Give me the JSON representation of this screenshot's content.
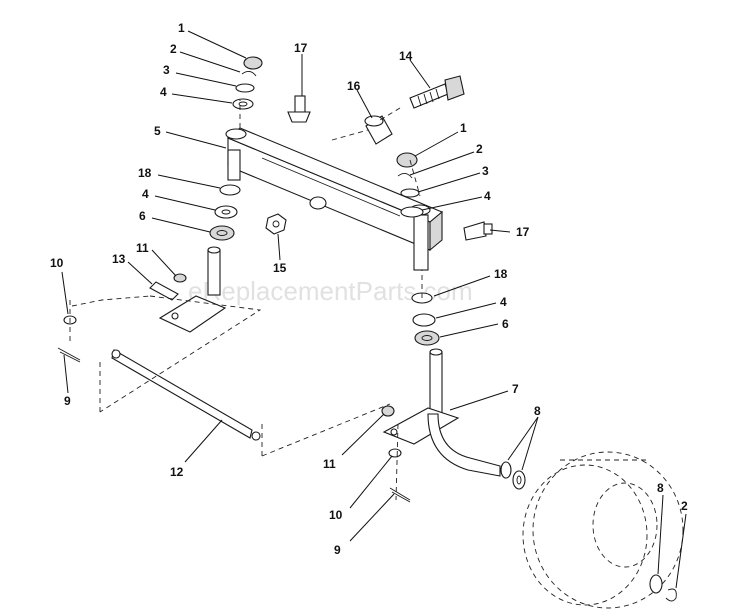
{
  "watermark": "eReplacementParts.com",
  "callouts": [
    {
      "id": "c1a",
      "text": "1"
    },
    {
      "id": "c2a",
      "text": "2"
    },
    {
      "id": "c3a",
      "text": "3"
    },
    {
      "id": "c4a",
      "text": "4"
    },
    {
      "id": "c5",
      "text": "5"
    },
    {
      "id": "c18a",
      "text": "18"
    },
    {
      "id": "c4b",
      "text": "4"
    },
    {
      "id": "c6a",
      "text": "6"
    },
    {
      "id": "c17a",
      "text": "17"
    },
    {
      "id": "c16",
      "text": "16"
    },
    {
      "id": "c14",
      "text": "14"
    },
    {
      "id": "c1b",
      "text": "1"
    },
    {
      "id": "c2b",
      "text": "2"
    },
    {
      "id": "c3b",
      "text": "3"
    },
    {
      "id": "c4c",
      "text": "4"
    },
    {
      "id": "c17b",
      "text": "17"
    },
    {
      "id": "c15",
      "text": "15"
    },
    {
      "id": "c11a",
      "text": "11"
    },
    {
      "id": "c13",
      "text": "13"
    },
    {
      "id": "c10a",
      "text": "10"
    },
    {
      "id": "c9a",
      "text": "9"
    },
    {
      "id": "c18b",
      "text": "18"
    },
    {
      "id": "c4d",
      "text": "4"
    },
    {
      "id": "c6b",
      "text": "6"
    },
    {
      "id": "c7",
      "text": "7"
    },
    {
      "id": "c8a",
      "text": "8"
    },
    {
      "id": "c12",
      "text": "12"
    },
    {
      "id": "c11b",
      "text": "11"
    },
    {
      "id": "c10b",
      "text": "10"
    },
    {
      "id": "c9b",
      "text": "9"
    },
    {
      "id": "c8b",
      "text": "8"
    },
    {
      "id": "c2c",
      "text": "2"
    }
  ]
}
